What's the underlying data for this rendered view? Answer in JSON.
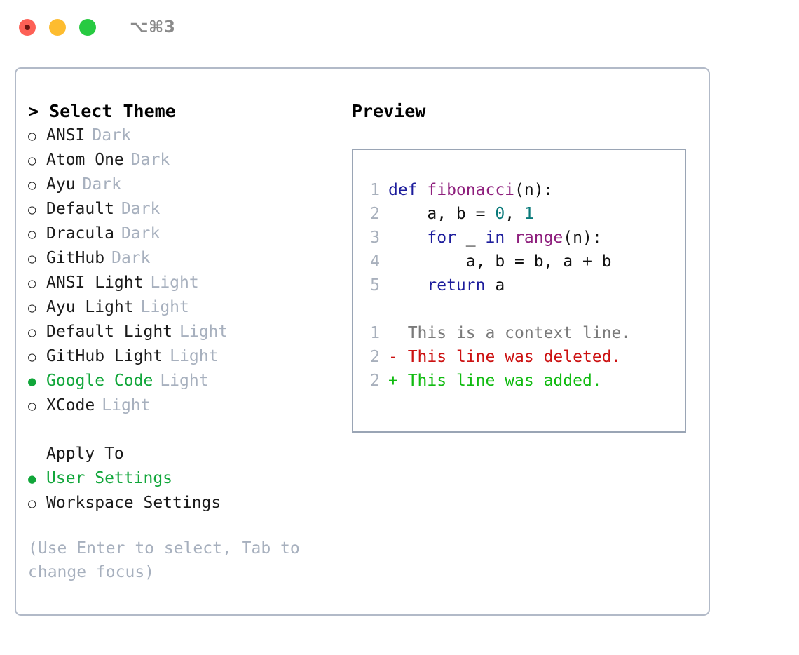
{
  "window": {
    "traffic_lights": [
      "close",
      "minimize",
      "zoom"
    ],
    "shortcut_hint": "⌥⌘3"
  },
  "left_panel": {
    "header": "> Select Theme",
    "themes": [
      {
        "marker": "○",
        "selected": false,
        "label": "ANSI",
        "tag": "Dark"
      },
      {
        "marker": "○",
        "selected": false,
        "label": "Atom One",
        "tag": "Dark"
      },
      {
        "marker": "○",
        "selected": false,
        "label": "Ayu",
        "tag": "Dark"
      },
      {
        "marker": "○",
        "selected": false,
        "label": "Default",
        "tag": "Dark"
      },
      {
        "marker": "○",
        "selected": false,
        "label": "Dracula",
        "tag": "Dark"
      },
      {
        "marker": "○",
        "selected": false,
        "label": "GitHub",
        "tag": "Dark"
      },
      {
        "marker": "○",
        "selected": false,
        "label": "ANSI Light",
        "tag": "Light"
      },
      {
        "marker": "○",
        "selected": false,
        "label": "Ayu Light",
        "tag": "Light"
      },
      {
        "marker": "○",
        "selected": false,
        "label": "Default Light",
        "tag": "Light"
      },
      {
        "marker": "○",
        "selected": false,
        "label": "GitHub Light",
        "tag": "Light"
      },
      {
        "marker": "●",
        "selected": true,
        "label": "Google Code",
        "tag": "Light"
      },
      {
        "marker": "○",
        "selected": false,
        "label": "XCode",
        "tag": "Light"
      }
    ],
    "apply_to": {
      "header": "Apply To",
      "options": [
        {
          "marker": "●",
          "selected": true,
          "label": "User Settings"
        },
        {
          "marker": "○",
          "selected": false,
          "label": "Workspace Settings"
        }
      ]
    },
    "hint": "(Use Enter to select, Tab to change focus)"
  },
  "preview": {
    "title": "Preview",
    "code_lines": [
      {
        "num": "1",
        "tokens": [
          {
            "t": "def ",
            "c": "kw"
          },
          {
            "t": "fibonacci",
            "c": "fn"
          },
          {
            "t": "(n):",
            "c": "plain"
          }
        ]
      },
      {
        "num": "2",
        "tokens": [
          {
            "t": "    a, b = ",
            "c": "plain"
          },
          {
            "t": "0",
            "c": "num"
          },
          {
            "t": ", ",
            "c": "plain"
          },
          {
            "t": "1",
            "c": "num"
          }
        ]
      },
      {
        "num": "3",
        "tokens": [
          {
            "t": "    ",
            "c": "plain"
          },
          {
            "t": "for",
            "c": "kw"
          },
          {
            "t": " _ ",
            "c": "plain"
          },
          {
            "t": "in",
            "c": "kw"
          },
          {
            "t": " ",
            "c": "plain"
          },
          {
            "t": "range",
            "c": "fn"
          },
          {
            "t": "(n):",
            "c": "plain"
          }
        ]
      },
      {
        "num": "4",
        "tokens": [
          {
            "t": "        a, b = b, a + b",
            "c": "plain"
          }
        ]
      },
      {
        "num": "5",
        "tokens": [
          {
            "t": "    ",
            "c": "plain"
          },
          {
            "t": "return",
            "c": "kw"
          },
          {
            "t": " a",
            "c": "plain"
          }
        ]
      }
    ],
    "diff_lines": [
      {
        "num": "1",
        "sign": " ",
        "text": " This is a context line.",
        "kind": "ctx"
      },
      {
        "num": "2",
        "sign": "-",
        "text": " This line was deleted.",
        "kind": "del"
      },
      {
        "num": "2",
        "sign": "+",
        "text": " This line was added.",
        "kind": "add"
      }
    ]
  },
  "colors": {
    "accent_green": "#11a63a",
    "muted": "#a7b0be",
    "border": "#b2bac8",
    "preview_border": "#9aa5b5",
    "keyword": "#1c1c9c",
    "function": "#8e1f7d",
    "number": "#0a7a7a",
    "diff_add": "#11bb11",
    "diff_del": "#cc1111",
    "diff_ctx": "#7a7a7a"
  }
}
